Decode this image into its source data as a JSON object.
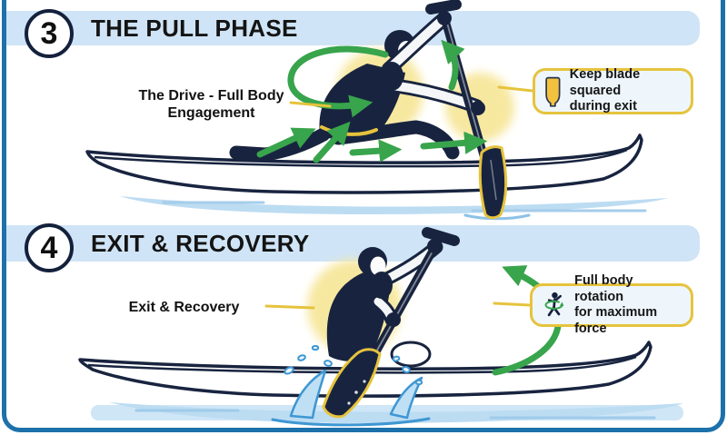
{
  "infographic": {
    "subject": "canoe-paddling-technique",
    "panels": [
      {
        "number": "3",
        "title": "THE PULL PHASE",
        "label_line1": "The Drive - Full Body",
        "label_line2": "Engagement",
        "callout": {
          "icon": "paddle-blade-icon",
          "line1": "Keep blade squared",
          "line2": "during exit"
        }
      },
      {
        "number": "4",
        "title": "EXIT & RECOVERY",
        "label_line1": "Exit & Recovery",
        "label_line2": "",
        "callout": {
          "icon": "rotation-person-icon",
          "line1": "Full body rotation",
          "line2": "for maximum force"
        }
      }
    ],
    "colors": {
      "frame_border": "#1d71ab",
      "header_band": "#cfe4f6",
      "navy": "#18243f",
      "green_arrow": "#38a44c",
      "yellow_accent": "#e6c33d",
      "glow_yellow": "#f7e8a0",
      "water_blue": "#bcdcf2",
      "splash_blue": "#3e97d3",
      "callout_bg": "#eef6fc"
    }
  }
}
